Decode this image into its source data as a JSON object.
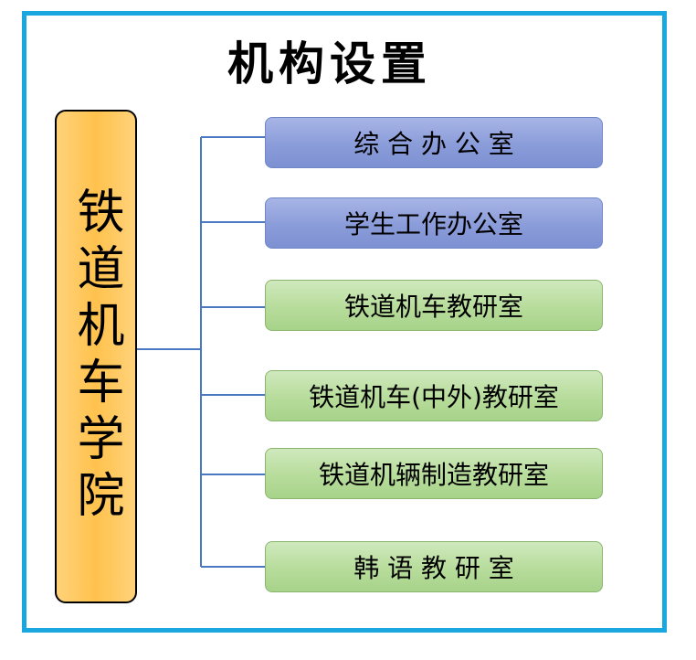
{
  "title": "机构设置",
  "root": {
    "label": "铁道机车学院"
  },
  "departments": [
    {
      "label": "综 合 办 公 室",
      "theme": "blue"
    },
    {
      "label": "学生工作办公室",
      "theme": "blue"
    },
    {
      "label": "铁道机车教研室",
      "theme": "green"
    },
    {
      "label": "铁道机车(中外)教研室",
      "theme": "green"
    },
    {
      "label": "铁道机辆制造教研室",
      "theme": "green"
    },
    {
      "label": "韩 语 教 研 室",
      "theme": "green"
    }
  ],
  "colors": {
    "frame": "#1aa7e0",
    "root_fill": "#ffc24d",
    "blue_fill": "#8a9cd9",
    "green_fill": "#b7dc9b",
    "connector": "#4a78c2"
  }
}
